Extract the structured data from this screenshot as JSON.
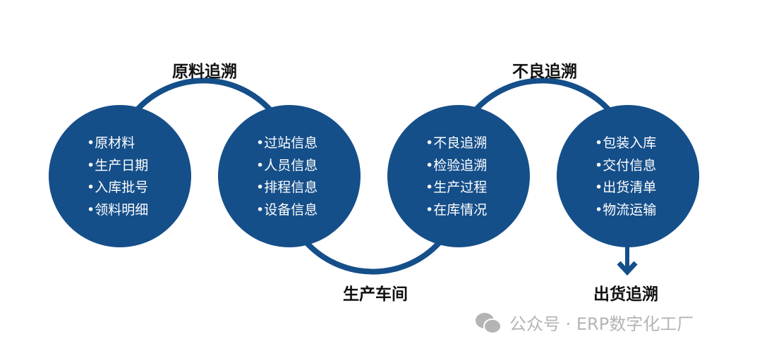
{
  "colors": {
    "circle": "#154f8a",
    "arc": "#154f8a"
  },
  "stages": [
    {
      "title": "原料追溯",
      "items": [
        "•原材料",
        "•生产日期",
        "•入库批号",
        "•领料明细"
      ]
    },
    {
      "title": "生产车间",
      "items": [
        "•过站信息",
        "•人员信息",
        "•排程信息",
        "•设备信息"
      ]
    },
    {
      "title": "不良追溯",
      "items": [
        "•不良追溯",
        "•检验追溯",
        "•生产过程",
        "•在库情况"
      ]
    },
    {
      "title": "出货追溯",
      "items": [
        "•包装入库",
        "•交付信息",
        "•出货清单",
        "•物流运输"
      ]
    }
  ],
  "watermark": {
    "icon": "wechat-icon",
    "text": "公众号 · ERP数字化工厂"
  }
}
